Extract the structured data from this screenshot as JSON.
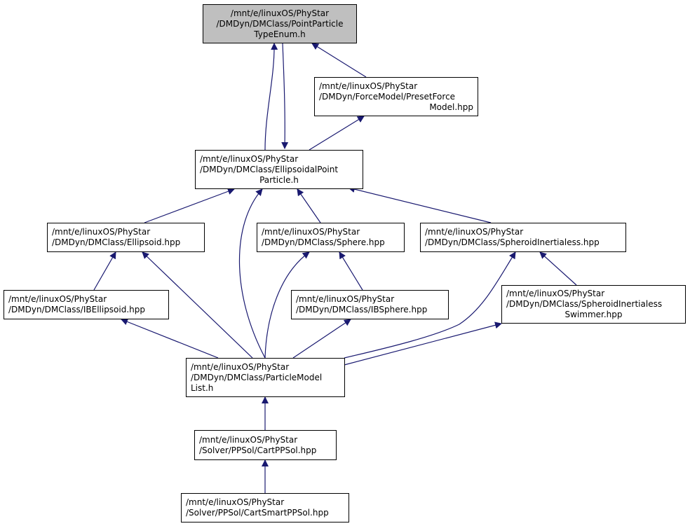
{
  "graph": {
    "edge_color": "#191970",
    "highlight_fill": "#bfbfbf",
    "nodes": [
      {
        "id": "n0",
        "lines": [
          "/mnt/e/linuxOS/PhyStar",
          "/DMDyn/DMClass/PointParticle",
          "TypeEnum.h"
        ],
        "highlight": true
      },
      {
        "id": "n1",
        "lines": [
          "/mnt/e/linuxOS/PhyStar",
          "/DMDyn/ForceModel/PresetForce",
          "Model.hpp"
        ]
      },
      {
        "id": "n2",
        "lines": [
          "/mnt/e/linuxOS/PhyStar",
          "/DMDyn/DMClass/EllipsoidalPoint",
          "Particle.h"
        ]
      },
      {
        "id": "n3",
        "lines": [
          "/mnt/e/linuxOS/PhyStar",
          "/DMDyn/DMClass/Ellipsoid.hpp"
        ]
      },
      {
        "id": "n4",
        "lines": [
          "/mnt/e/linuxOS/PhyStar",
          "/DMDyn/DMClass/Sphere.hpp"
        ]
      },
      {
        "id": "n5",
        "lines": [
          "/mnt/e/linuxOS/PhyStar",
          "/DMDyn/DMClass/SpheroidInertialess.hpp"
        ]
      },
      {
        "id": "n6",
        "lines": [
          "/mnt/e/linuxOS/PhyStar",
          "/DMDyn/DMClass/IBEllipsoid.hpp"
        ]
      },
      {
        "id": "n7",
        "lines": [
          "/mnt/e/linuxOS/PhyStar",
          "/DMDyn/DMClass/IBSphere.hpp"
        ]
      },
      {
        "id": "n8",
        "lines": [
          "/mnt/e/linuxOS/PhyStar",
          "/DMDyn/DMClass/SpheroidInertialess",
          "Swimmer.hpp"
        ]
      },
      {
        "id": "n9",
        "lines": [
          "/mnt/e/linuxOS/PhyStar",
          "/DMDyn/DMClass/ParticleModel",
          "List.h"
        ]
      },
      {
        "id": "n10",
        "lines": [
          "/mnt/e/linuxOS/PhyStar",
          "/Solver/PPSol/CartPPSol.hpp"
        ]
      },
      {
        "id": "n11",
        "lines": [
          "/mnt/e/linuxOS/PhyStar",
          "/Solver/PPSol/CartSmartPPSol.hpp"
        ]
      }
    ]
  }
}
